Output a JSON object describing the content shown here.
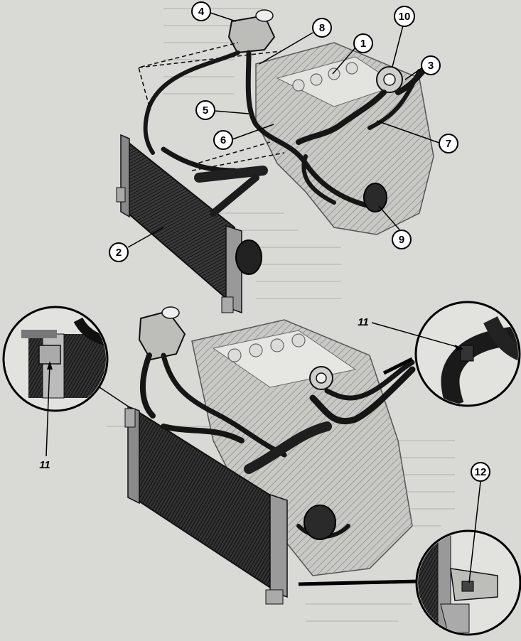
{
  "callouts": {
    "c1": "1",
    "c2": "2",
    "c3": "3",
    "c4": "4",
    "c5": "5",
    "c6": "6",
    "c7": "7",
    "c8": "8",
    "c9": "9",
    "c10": "10",
    "c11_top": "11",
    "c11_left": "11",
    "c12": "12"
  },
  "colors": {
    "paper": "#d9d9d6",
    "ink": "#111111",
    "radiator": "#2a2a2a",
    "engine": "#bdbdbb",
    "callout_fill": "#ffffff"
  }
}
